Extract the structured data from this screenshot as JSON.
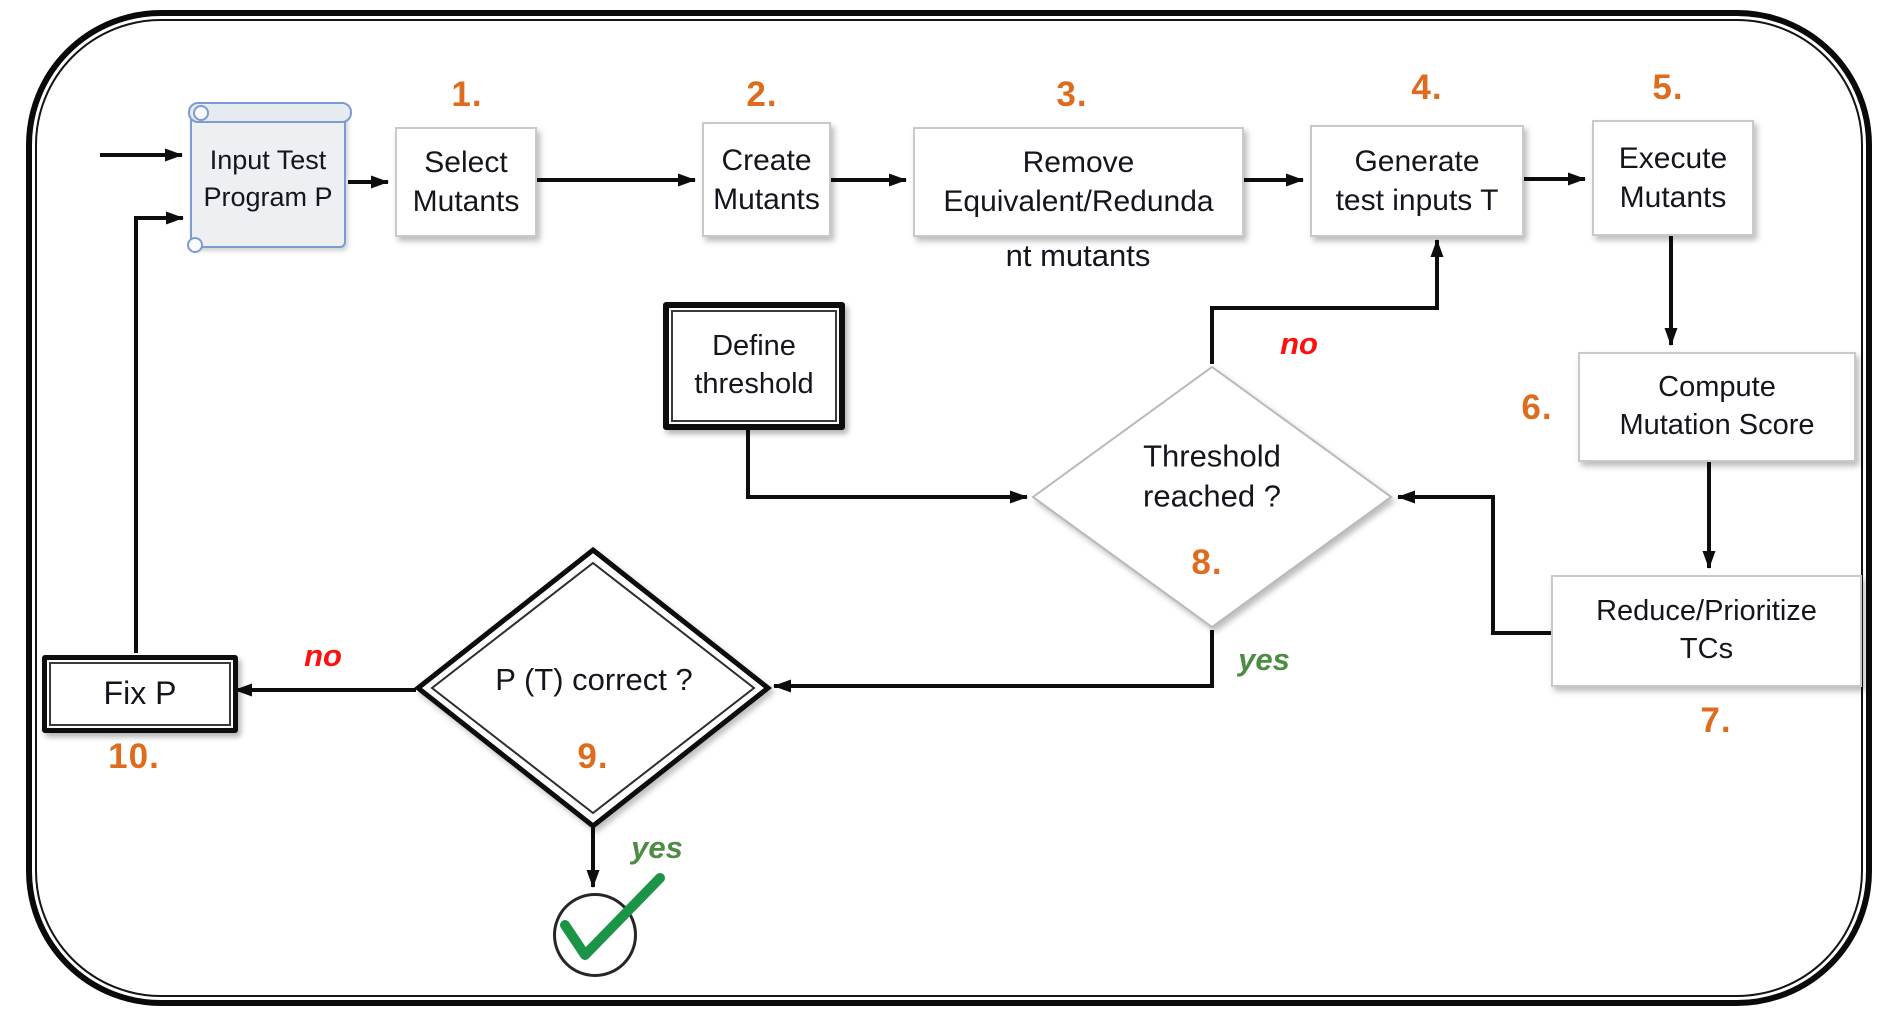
{
  "colors": {
    "step_number": "#DD6C1F",
    "no_label": "#FF0F0F",
    "yes_label": "#4E8B45",
    "check": "#1B9447",
    "line": "#0d0d0d",
    "scroll_border": "#7D9BD1"
  },
  "nodes": {
    "input_program": {
      "label": "Input Test\nProgram P"
    },
    "select_mutants": {
      "number": "1.",
      "label": "Select\nMutants"
    },
    "create_mutants": {
      "number": "2.",
      "label": "Create\nMutants"
    },
    "remove_equivalent": {
      "number": "3.",
      "label": "Remove\nEquivalent/Redunda",
      "overflow": "nt mutants"
    },
    "generate_tests": {
      "number": "4.",
      "label": "Generate\ntest inputs T"
    },
    "execute_mutants": {
      "number": "5.",
      "label": "Execute\nMutants"
    },
    "compute_score": {
      "number": "6.",
      "label": "Compute\nMutation Score"
    },
    "reduce_prioritize": {
      "number": "7.",
      "label": "Reduce/Prioritize\nTCs"
    },
    "define_threshold": {
      "label": "Define\nthreshold"
    },
    "threshold_reached": {
      "number": "8.",
      "label": "Threshold\nreached ?"
    },
    "pt_correct": {
      "number": "9.",
      "label": "P (T) correct ?"
    },
    "fix_p": {
      "number": "10.",
      "label": "Fix P"
    },
    "success": {
      "icon": "checkmark"
    }
  },
  "edge_labels": {
    "threshold_no": "no",
    "threshold_yes": "yes",
    "pt_no": "no",
    "pt_yes": "yes"
  }
}
